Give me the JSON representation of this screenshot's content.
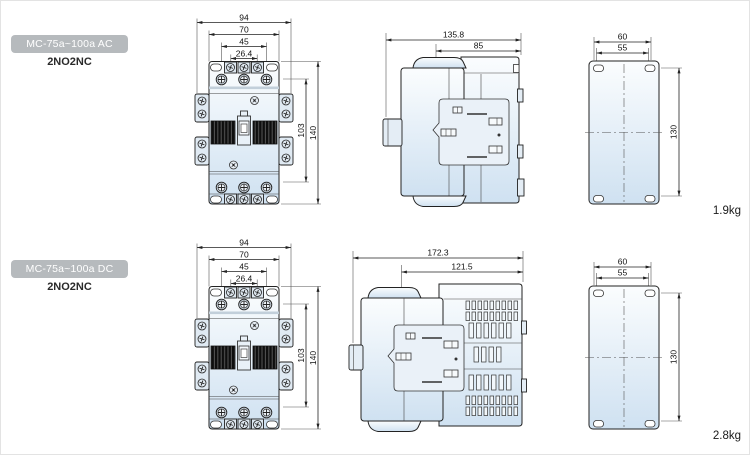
{
  "page": {
    "background": "#ffffff"
  },
  "rows": [
    {
      "model_label": "MC-75a~100a AC",
      "contact_config": "2NO2NC",
      "weight": "1.9kg",
      "front_view": {
        "dim_total_width": "94",
        "dim_mount_width": "70",
        "dim_terminal_width": "45",
        "dim_inner_width": "26.4",
        "dim_mount_height": "103",
        "dim_total_height": "140"
      },
      "side_view": {
        "dim_total_depth": "135.8",
        "dim_body_depth": "85"
      },
      "rear_view": {
        "dim_outer_width": "60",
        "dim_hole_width": "55",
        "dim_hole_height": "130"
      }
    },
    {
      "model_label": "MC-75a~100a DC",
      "contact_config": "2NO2NC",
      "weight": "2.8kg",
      "front_view": {
        "dim_total_width": "94",
        "dim_mount_width": "70",
        "dim_terminal_width": "45",
        "dim_inner_width": "26.4",
        "dim_mount_height": "103",
        "dim_total_height": "140"
      },
      "side_view": {
        "dim_total_depth": "172.3",
        "dim_body_depth": "121.5"
      },
      "rear_view": {
        "dim_outer_width": "60",
        "dim_hole_width": "55",
        "dim_hole_height": "130"
      }
    }
  ],
  "colors": {
    "badge_bg": "#b6babd",
    "badge_text": "#ffffff",
    "outline": "#222222",
    "body_fill_top": "#fbfdfe",
    "body_fill_bottom": "#cfe1f1",
    "dim_text": "#111111"
  }
}
